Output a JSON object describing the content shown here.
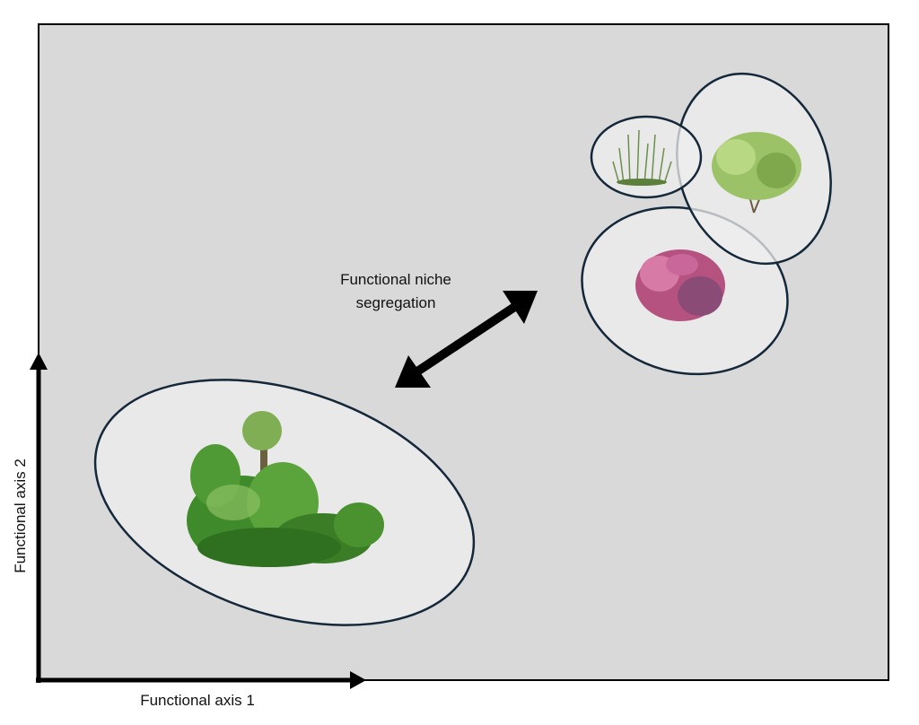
{
  "diagram": {
    "arrow_label_line1": "Functional niche",
    "arrow_label_line2": "segregation",
    "x_axis_label": "Functional axis 1",
    "y_axis_label": "Functional axis 2",
    "colors": {
      "background": "#d9d9d9",
      "ellipse_fill": "#ededed",
      "ellipse_stroke": "#14283a",
      "palm": "#3f8a2a",
      "grass": "#6b8f4a",
      "shrub": "#9cc267",
      "pink_shrub": "#b5527f"
    },
    "plants": [
      "palm-cluster",
      "grass-tuft",
      "green-shrub",
      "pink-shrub"
    ]
  }
}
